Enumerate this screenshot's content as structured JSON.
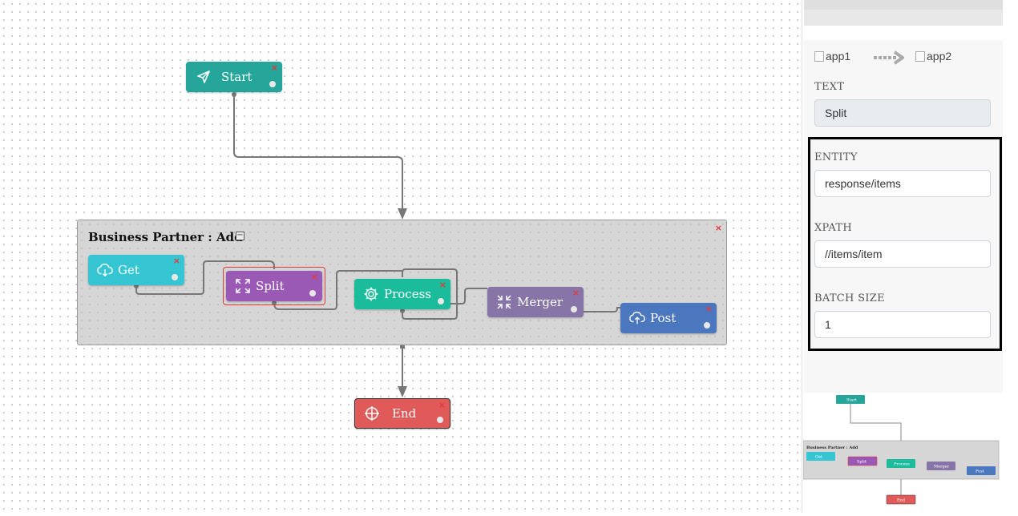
{
  "canvas": {
    "group": {
      "title": "Business Partner : Add",
      "collapse_symbol": "−",
      "close_symbol": "×"
    },
    "nodes": [
      {
        "id": "start",
        "label": "Start",
        "color": "#26a69a",
        "icon": "send-icon"
      },
      {
        "id": "get",
        "label": "Get",
        "color": "#36c6d3",
        "icon": "cloud-download-icon"
      },
      {
        "id": "split",
        "label": "Split",
        "color": "#9b59b6",
        "icon": "expand-icon",
        "selected": true
      },
      {
        "id": "process",
        "label": "Process",
        "color": "#1bbc9b",
        "icon": "gear-icon"
      },
      {
        "id": "merger",
        "label": "Merger",
        "color": "#8775a7",
        "icon": "compress-icon"
      },
      {
        "id": "post",
        "label": "Post",
        "color": "#4b77be",
        "icon": "cloud-upload-icon"
      },
      {
        "id": "end",
        "label": "End",
        "color": "#e05a5a",
        "icon": "crosshair-icon"
      }
    ],
    "node_close_symbol": "×"
  },
  "panel": {
    "app1_alt": "app1",
    "app2_alt": "app2",
    "text_label": "TEXT",
    "text_value": "Split",
    "entity_label": "ENTITY",
    "entity_value": "response/items",
    "xpath_label": "XPATH",
    "xpath_value": "//items/item",
    "batch_label": "BATCH SIZE",
    "batch_value": "1"
  },
  "minimap": {
    "group_title": "Business Partner : Add",
    "labels": [
      "Start",
      "Get",
      "Split",
      "Process",
      "Merger",
      "Post",
      "End"
    ]
  }
}
